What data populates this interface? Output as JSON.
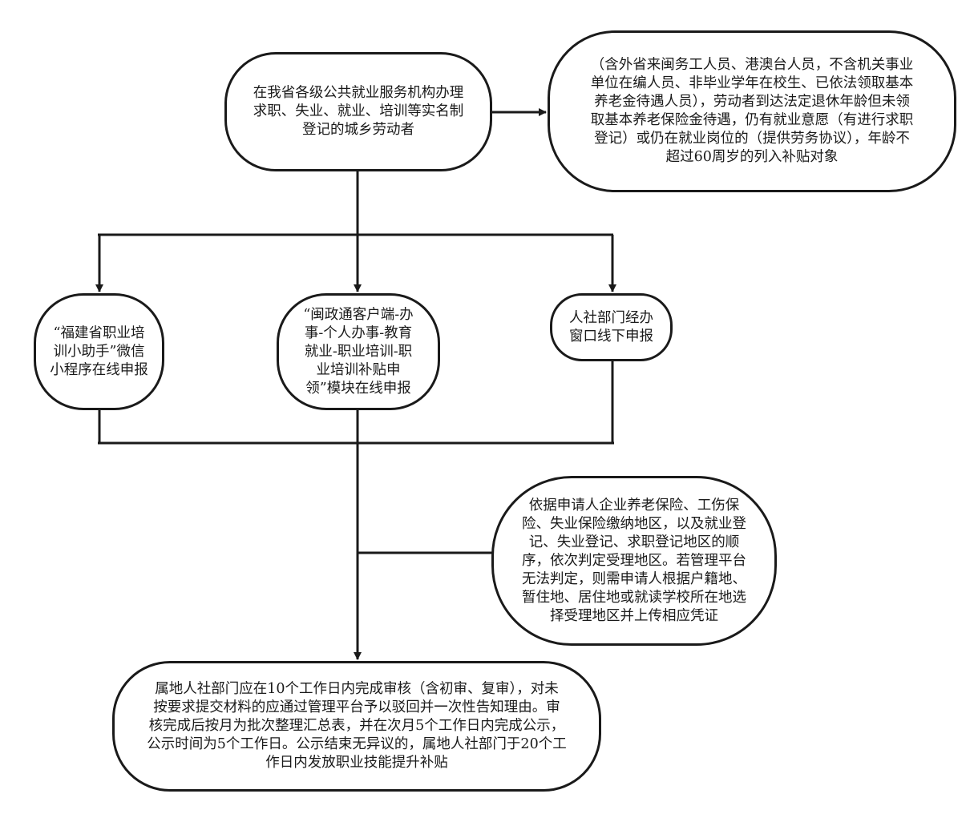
{
  "diagram": {
    "start_text": "在我省各级公共就业服务机构办理\n求职、失业、就业、培训等实名制\n登记的城乡劳动者",
    "note_text": "（含外省来闽务工人员、港澳台人员，不含机关事业\n单位在编人员、非毕业学年在校生、已依法领取基本\n养老金待遇人员），劳动者到达法定退休年龄但未领\n取基本养老保险金待遇，仍有就业意愿（有进行求职\n登记）或仍在就业岗位的（提供劳务协议），年龄不\n超过60周岁的列入补贴对象",
    "channel_miniapp_text": "“福建省职业培\n训小助手”微信\n小程序在线申报",
    "channel_app_text": "“闽政通客户端-办\n事-个人办事-教育\n就业-职业培训-职\n业培训补贴申\n领”模块在线申报",
    "channel_window_text": "人社部门经办\n窗口线下申报",
    "rule_text": "依据申请人企业养老保险、工伤保\n险、失业保险缴纳地区，以及就业登\n记、失业登记、求职登记地区的顺\n序，依次判定受理地区。若管理平台\n无法判定，则需申请人根据户籍地、\n暂住地、居住地或就读学校所在地选\n择受理地区并上传相应凭证",
    "end_text": "属地人社部门应在10个工作日内完成审核（含初审、复审），对未\n按要求提交材料的应通过管理平台予以驳回并一次性告知理由。审\n核完成后按月为批次整理汇总表，并在次月5个工作日内完成公示，\n公示时间为5个工作日。公示结束无异议的，属地人社部门于20个工\n作日内发放职业技能提升补贴"
  }
}
